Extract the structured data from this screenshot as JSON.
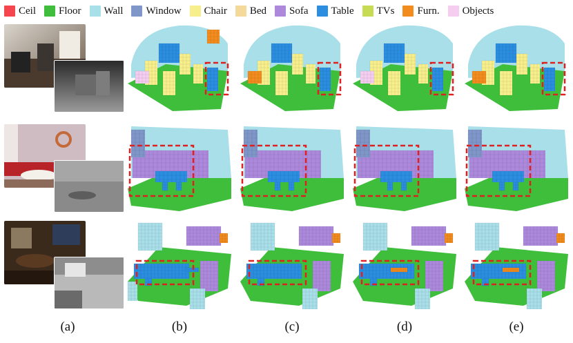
{
  "legend": [
    {
      "label": "Ceil",
      "color": "#f5464f"
    },
    {
      "label": "Floor",
      "color": "#3fbe3c"
    },
    {
      "label": "Wall",
      "color": "#a8dfe9"
    },
    {
      "label": "Window",
      "color": "#7f96c8"
    },
    {
      "label": "Chair",
      "color": "#f7ef8c"
    },
    {
      "label": "Bed",
      "color": "#f5d99a"
    },
    {
      "label": "Sofa",
      "color": "#ad89dc"
    },
    {
      "label": "Table",
      "color": "#2b8ee0"
    },
    {
      "label": "TVs",
      "color": "#c7dc52"
    },
    {
      "label": "Furn.",
      "color": "#f28c1f"
    },
    {
      "label": "Objects",
      "color": "#f4cdf0"
    }
  ],
  "column_labels": [
    "(a)",
    "(b)",
    "(c)",
    "(d)",
    "(e)"
  ],
  "colors": {
    "highlight_box": "#e02020",
    "floor": "#3fbe3c",
    "wall": "#a8dfe9",
    "window": "#7f96c8",
    "chair": "#f7ef8c",
    "sofa": "#ad89dc",
    "table": "#2b8ee0",
    "furn": "#f28c1f",
    "objects": "#f4cdf0"
  }
}
